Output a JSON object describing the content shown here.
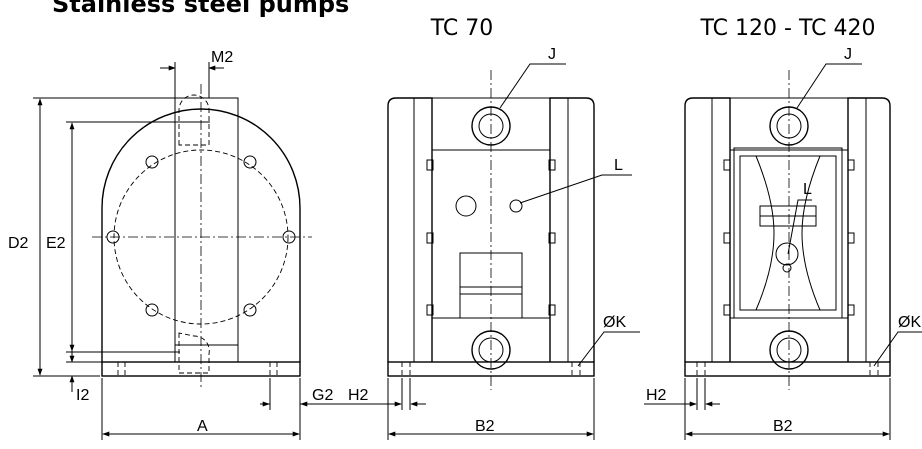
{
  "header": {
    "title": "Stainless steel pumps"
  },
  "views": {
    "side": {
      "labels": {
        "m2": "M2",
        "d2": "D2",
        "e2": "E2",
        "i2": "I2",
        "g2": "G2",
        "a": "A"
      }
    },
    "tc70": {
      "title": "TC 70",
      "labels": {
        "j": "J",
        "l": "L",
        "k": "ØK",
        "h2": "H2",
        "b2": "B2"
      }
    },
    "tc120": {
      "title": "TC 120 - TC 420",
      "labels": {
        "j": "J",
        "l": "L",
        "k": "ØK",
        "h2": "H2",
        "b2": "B2"
      }
    }
  }
}
